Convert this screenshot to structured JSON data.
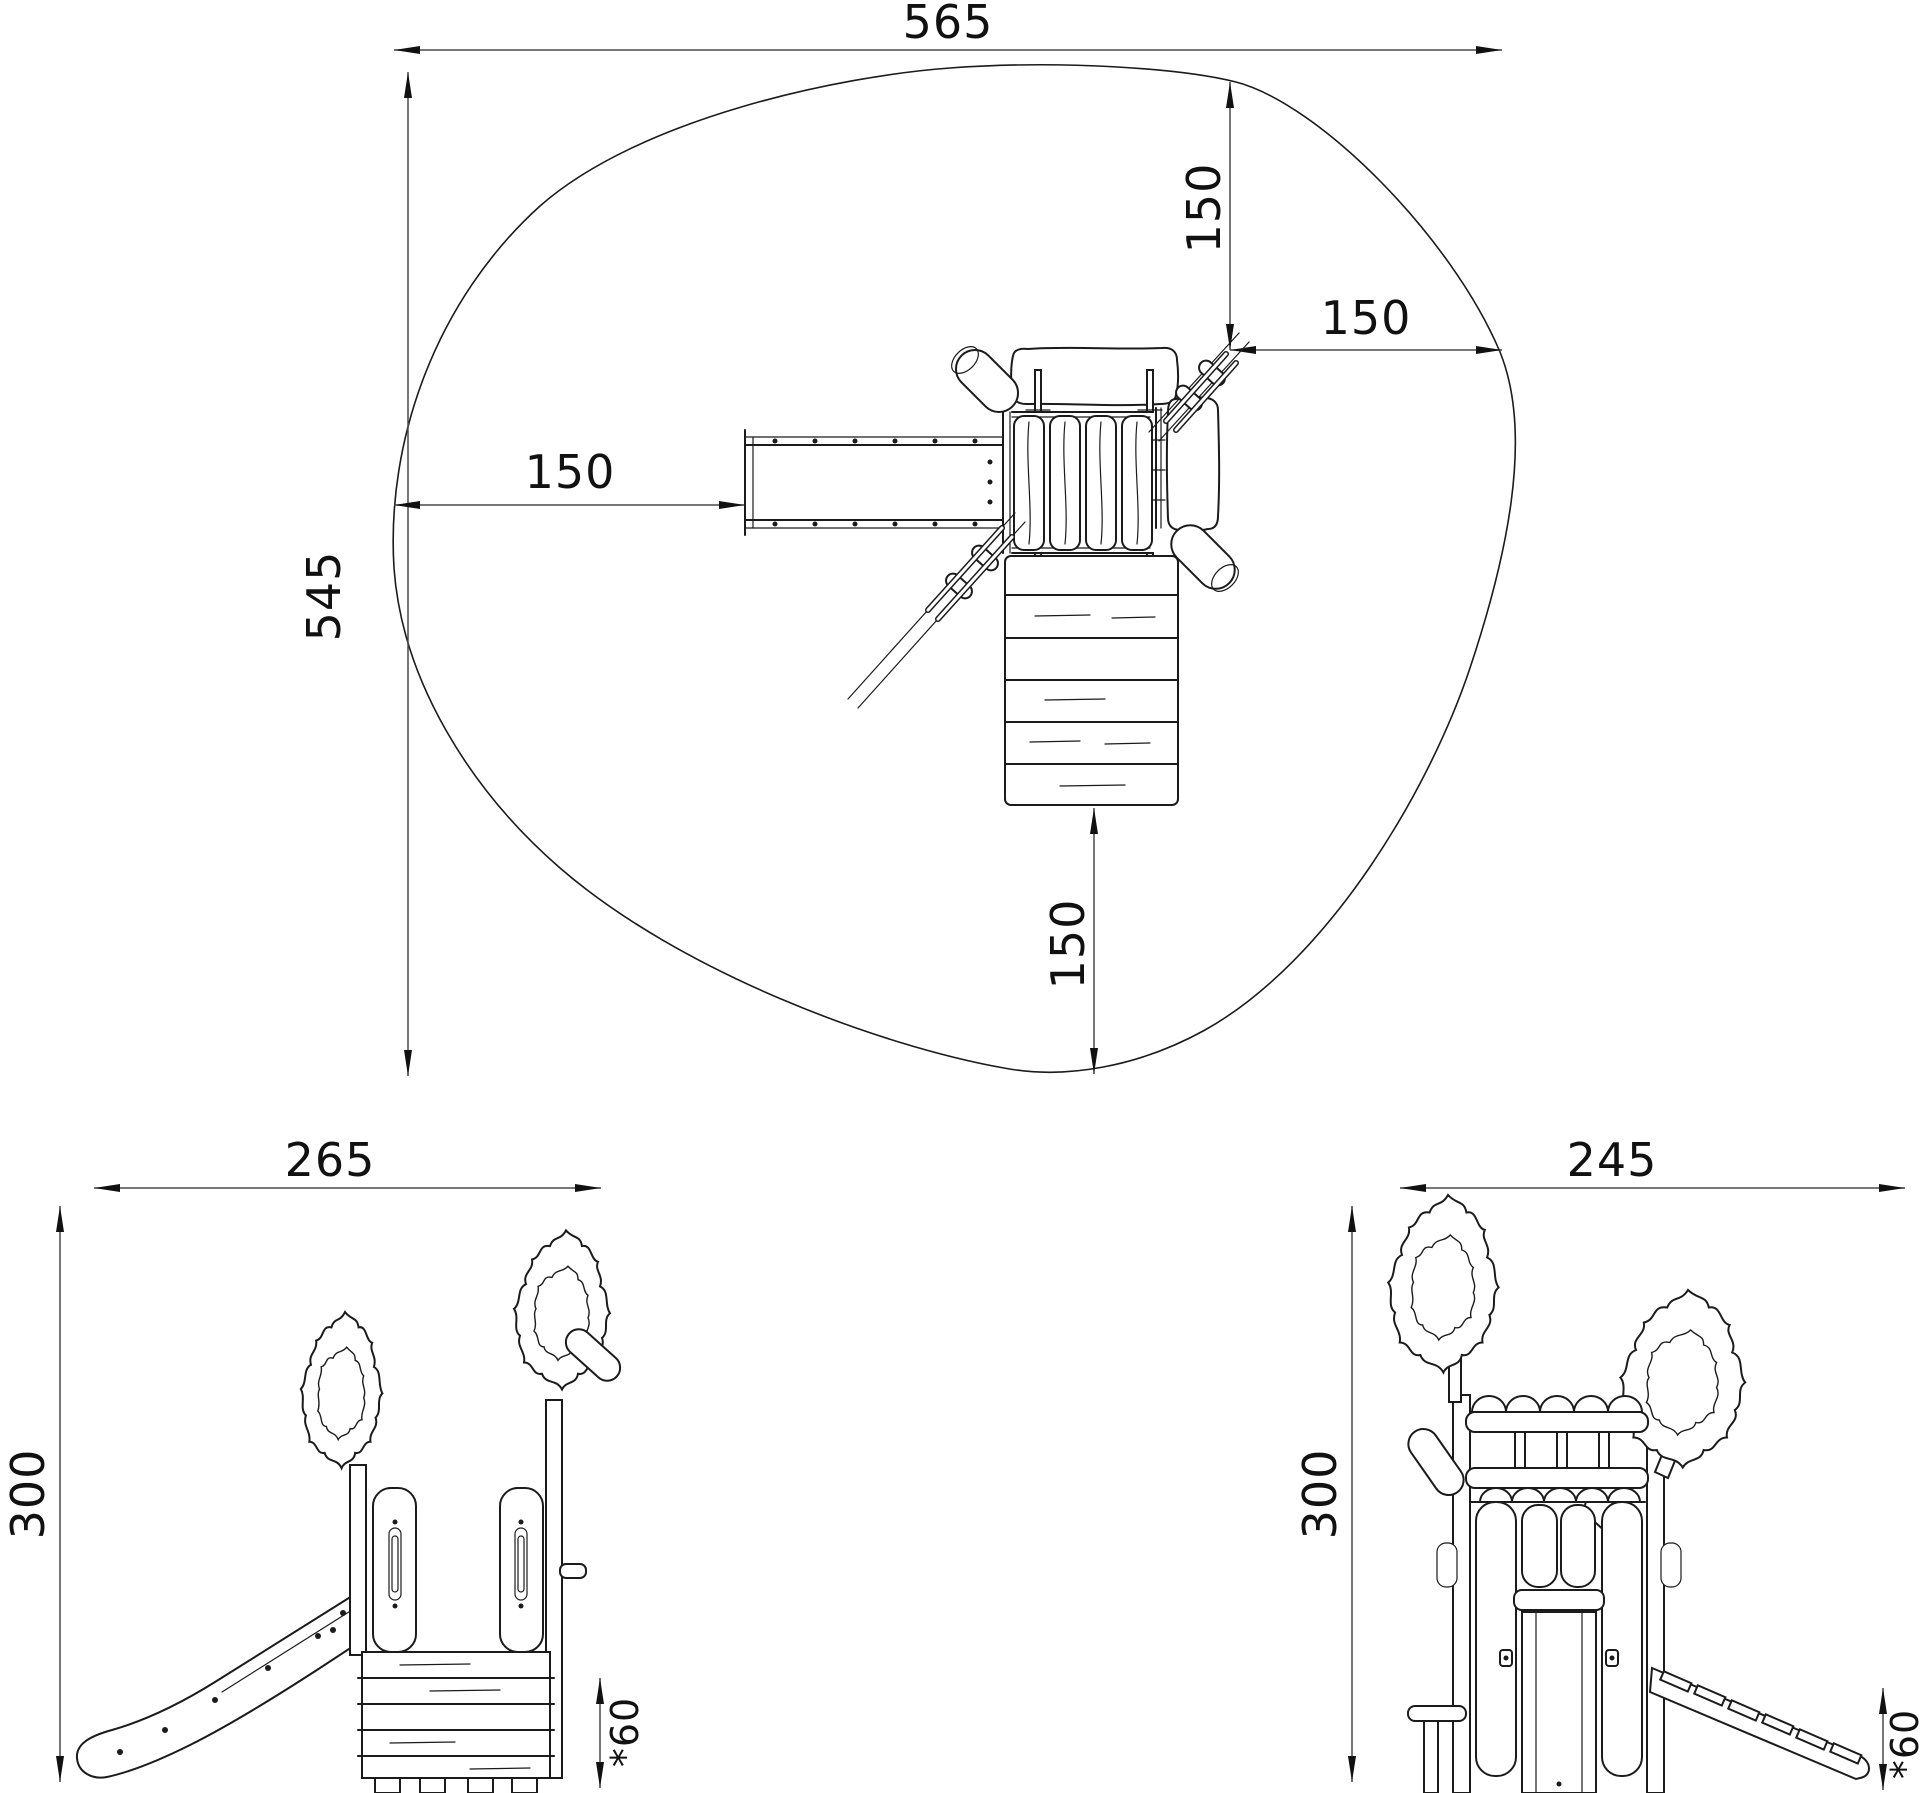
{
  "colors": {
    "background": "#ffffff",
    "line": "#1b1b1b",
    "dimension_line": "#4a4a4a",
    "text": "#111111"
  },
  "plan_view": {
    "overall_width": "565",
    "overall_depth": "545",
    "clearance_top": "150",
    "clearance_right": "150",
    "clearance_left": "150",
    "clearance_bottom": "150"
  },
  "front_view": {
    "width": "265",
    "height": "300",
    "free_fall_height": "*60"
  },
  "side_view": {
    "width": "245",
    "height": "300",
    "free_fall_height": "*60"
  }
}
